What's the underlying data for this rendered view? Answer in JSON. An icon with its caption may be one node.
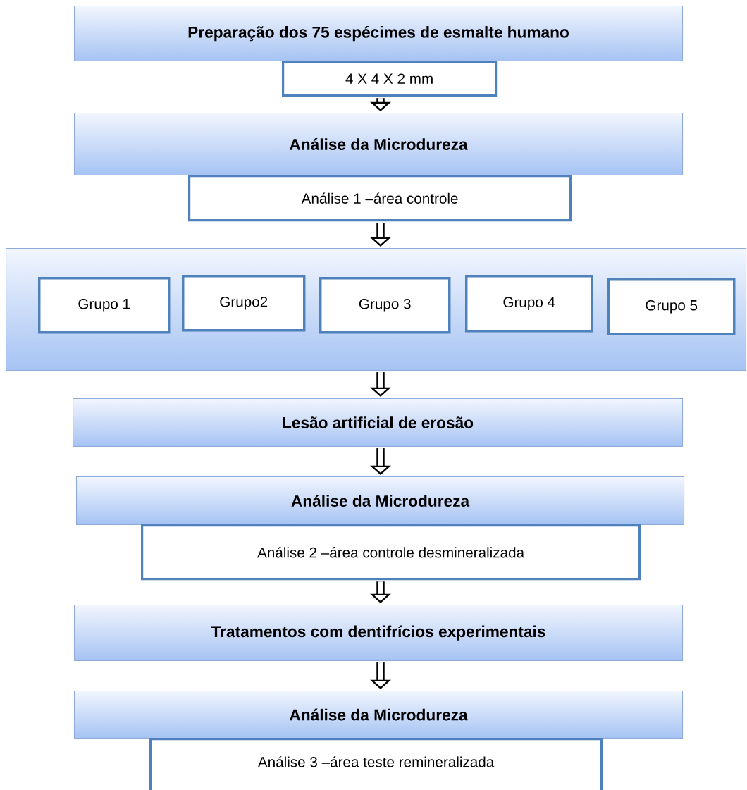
{
  "diagram": {
    "nodes": [
      {
        "text": [
          "Preparação dos 75 espécimes de esmalte humano"
        ]
      },
      {
        "text": [
          "4 X 4 X 2 mm"
        ]
      },
      {
        "text": [
          "Análise da Microdureza"
        ]
      },
      {
        "text": [
          "Análise 1 –área controle"
        ]
      },
      {
        "text": [],
        "shape": "box"
      },
      {
        "text": [
          "Grupo 1"
        ],
        "in": 4
      },
      {
        "text": [
          "Grupo2"
        ],
        "in": 4
      },
      {
        "text": [
          "Grupo 3"
        ],
        "in": 4
      },
      {
        "text": [
          "Grupo 4"
        ],
        "in": 4
      },
      {
        "text": [
          "Grupo 5"
        ],
        "in": 4
      },
      {
        "text": [
          "Lesão artificial de erosão"
        ]
      },
      {
        "text": [
          "Análise da Microdureza"
        ]
      },
      {
        "text": [
          "Análise 2 –área controle desmineralizada"
        ]
      },
      {
        "text": [
          "Tratamentos com dentifrícios experimentais"
        ]
      },
      {
        "text": [
          "Análise da Microdureza"
        ]
      },
      {
        "text": [
          "Análise 3 –área teste remineralizada"
        ]
      }
    ],
    "edges": [
      {
        "from": 1,
        "to": 2,
        "arrow": "to"
      },
      {
        "from": 3,
        "to": 4,
        "arrow": "to"
      },
      {
        "from": 4,
        "to": 10,
        "arrow": "to"
      },
      {
        "from": 10,
        "to": 11,
        "arrow": "to"
      },
      {
        "from": 12,
        "to": 13,
        "arrow": "to"
      },
      {
        "from": 13,
        "to": 14,
        "arrow": "to"
      }
    ]
  }
}
